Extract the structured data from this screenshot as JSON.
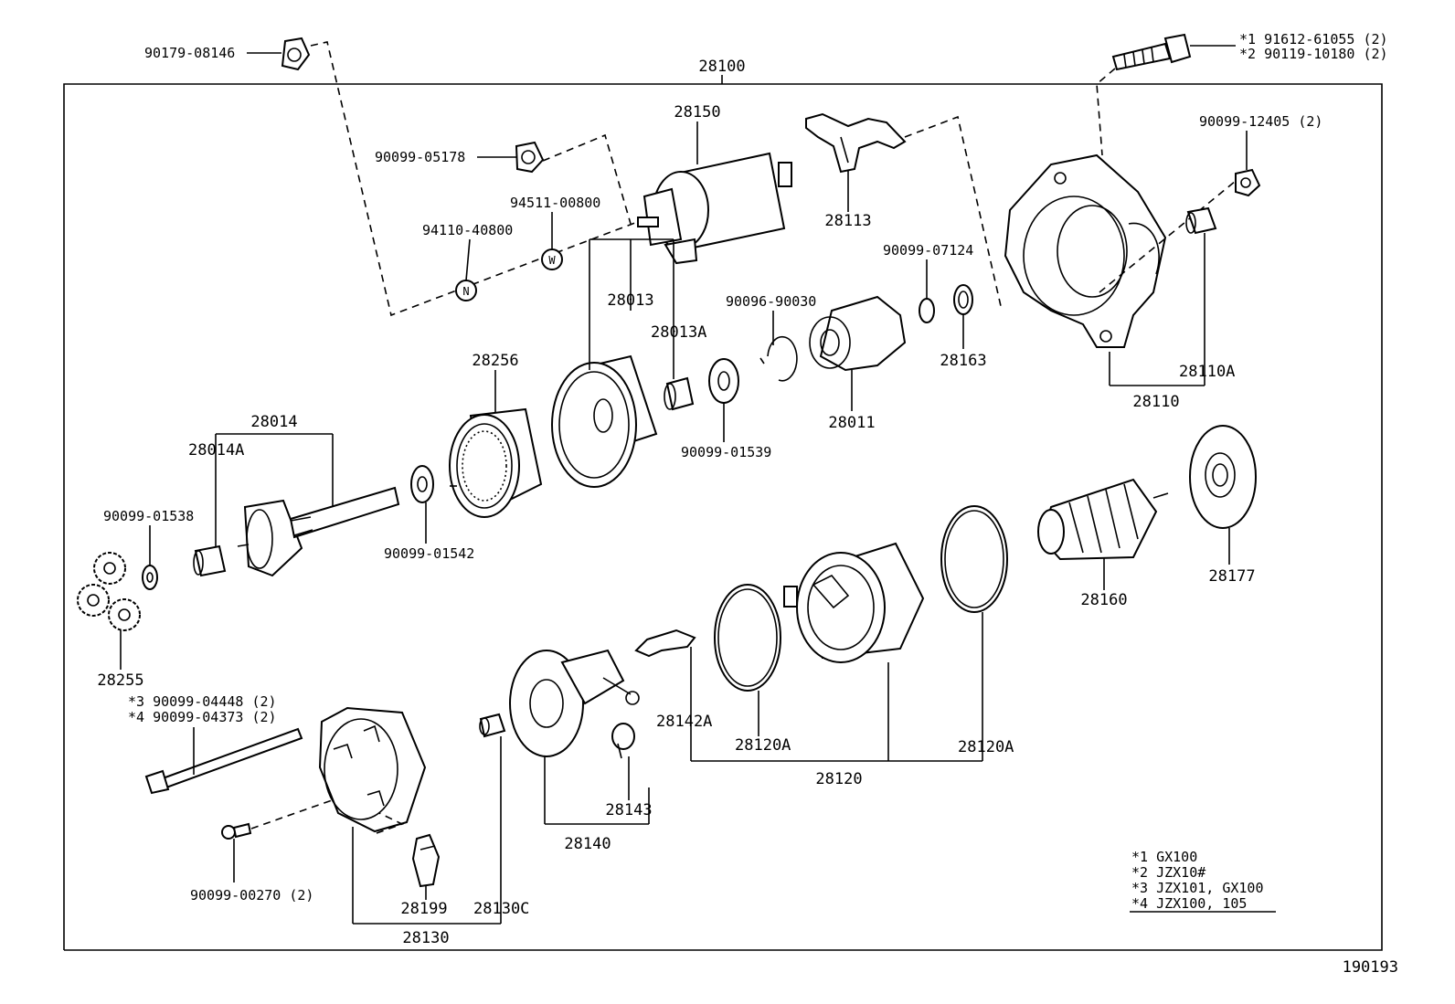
{
  "diagram": {
    "frame_label": "28100",
    "ref_code": "190193",
    "labels": {
      "p90179_08146": "90179-08146",
      "p91612_61055": "*1 91612-61055 (2)",
      "p90119_10180": "*2 90119-10180 (2)",
      "p90099_12405": "90099-12405 (2)",
      "p28150": "28150",
      "p28113": "28113",
      "p90099_05178": "90099-05178",
      "p94511_00800": "94511-00800",
      "p94110_40800": "94110-40800",
      "p28013": "28013",
      "p28013A": "28013A",
      "p90096_90030": "90096-90030",
      "p90099_07124": "90099-07124",
      "p28163": "28163",
      "p28110A": "28110A",
      "p28110": "28110",
      "p28256": "28256",
      "p28011": "28011",
      "p90099_01539": "90099-01539",
      "p28014": "28014",
      "p28014A": "28014A",
      "p90099_01538": "90099-01538",
      "p90099_01542": "90099-01542",
      "p28255": "28255",
      "p28160": "28160",
      "p28177": "28177",
      "p90099_04448": "*3 90099-04448 (2)",
      "p90099_04373": "*4 90099-04373 (2)",
      "p28142A": "28142A",
      "p28120A_left": "28120A",
      "p28120A_right": "28120A",
      "p28120": "28120",
      "p28143": "28143",
      "p28140": "28140",
      "p90099_00270": "90099-00270 (2)",
      "p28199": "28199",
      "p28130C": "28130C",
      "p28130": "28130"
    },
    "legend": [
      "*1 GX100",
      "*2 JZX10#",
      "*3 JZX101, GX100",
      "*4 JZX100, 105"
    ]
  }
}
